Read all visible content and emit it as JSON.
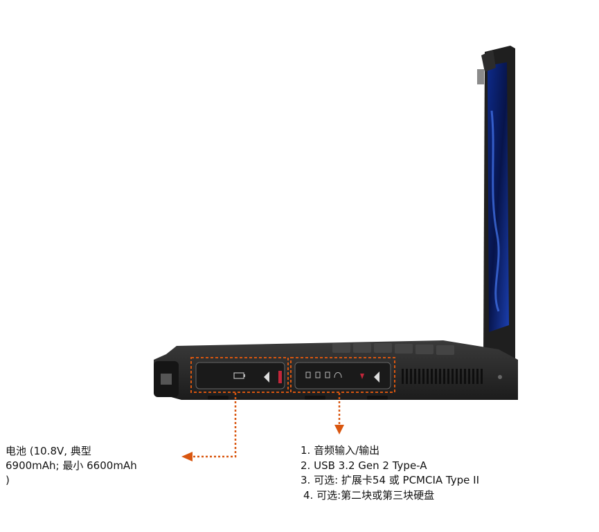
{
  "colors": {
    "accent": "#d9560f",
    "chassis": "#2a2a2a",
    "screen": "#0b1d5c"
  },
  "callouts": {
    "left": {
      "lines": [
        "电池 (10.8V, 典型",
        "6900mAh; 最小 6600mAh",
        ")"
      ]
    },
    "right": {
      "items": [
        {
          "num": "1.",
          "text": "音频输入/输出"
        },
        {
          "num": "2.",
          "text": "USB 3.2 Gen 2 Type-A"
        },
        {
          "num": "3.",
          "text": "可选: 扩展卡54 或 PCMCIA Type II"
        },
        {
          "num": "4.",
          "text": "可选:第二块或第三块硬盘"
        }
      ]
    }
  },
  "icons": [
    "battery-icon",
    "eject-arrow-icon",
    "lock-icon",
    "sd-card-icon",
    "headphone-icon",
    "usb-icon"
  ]
}
